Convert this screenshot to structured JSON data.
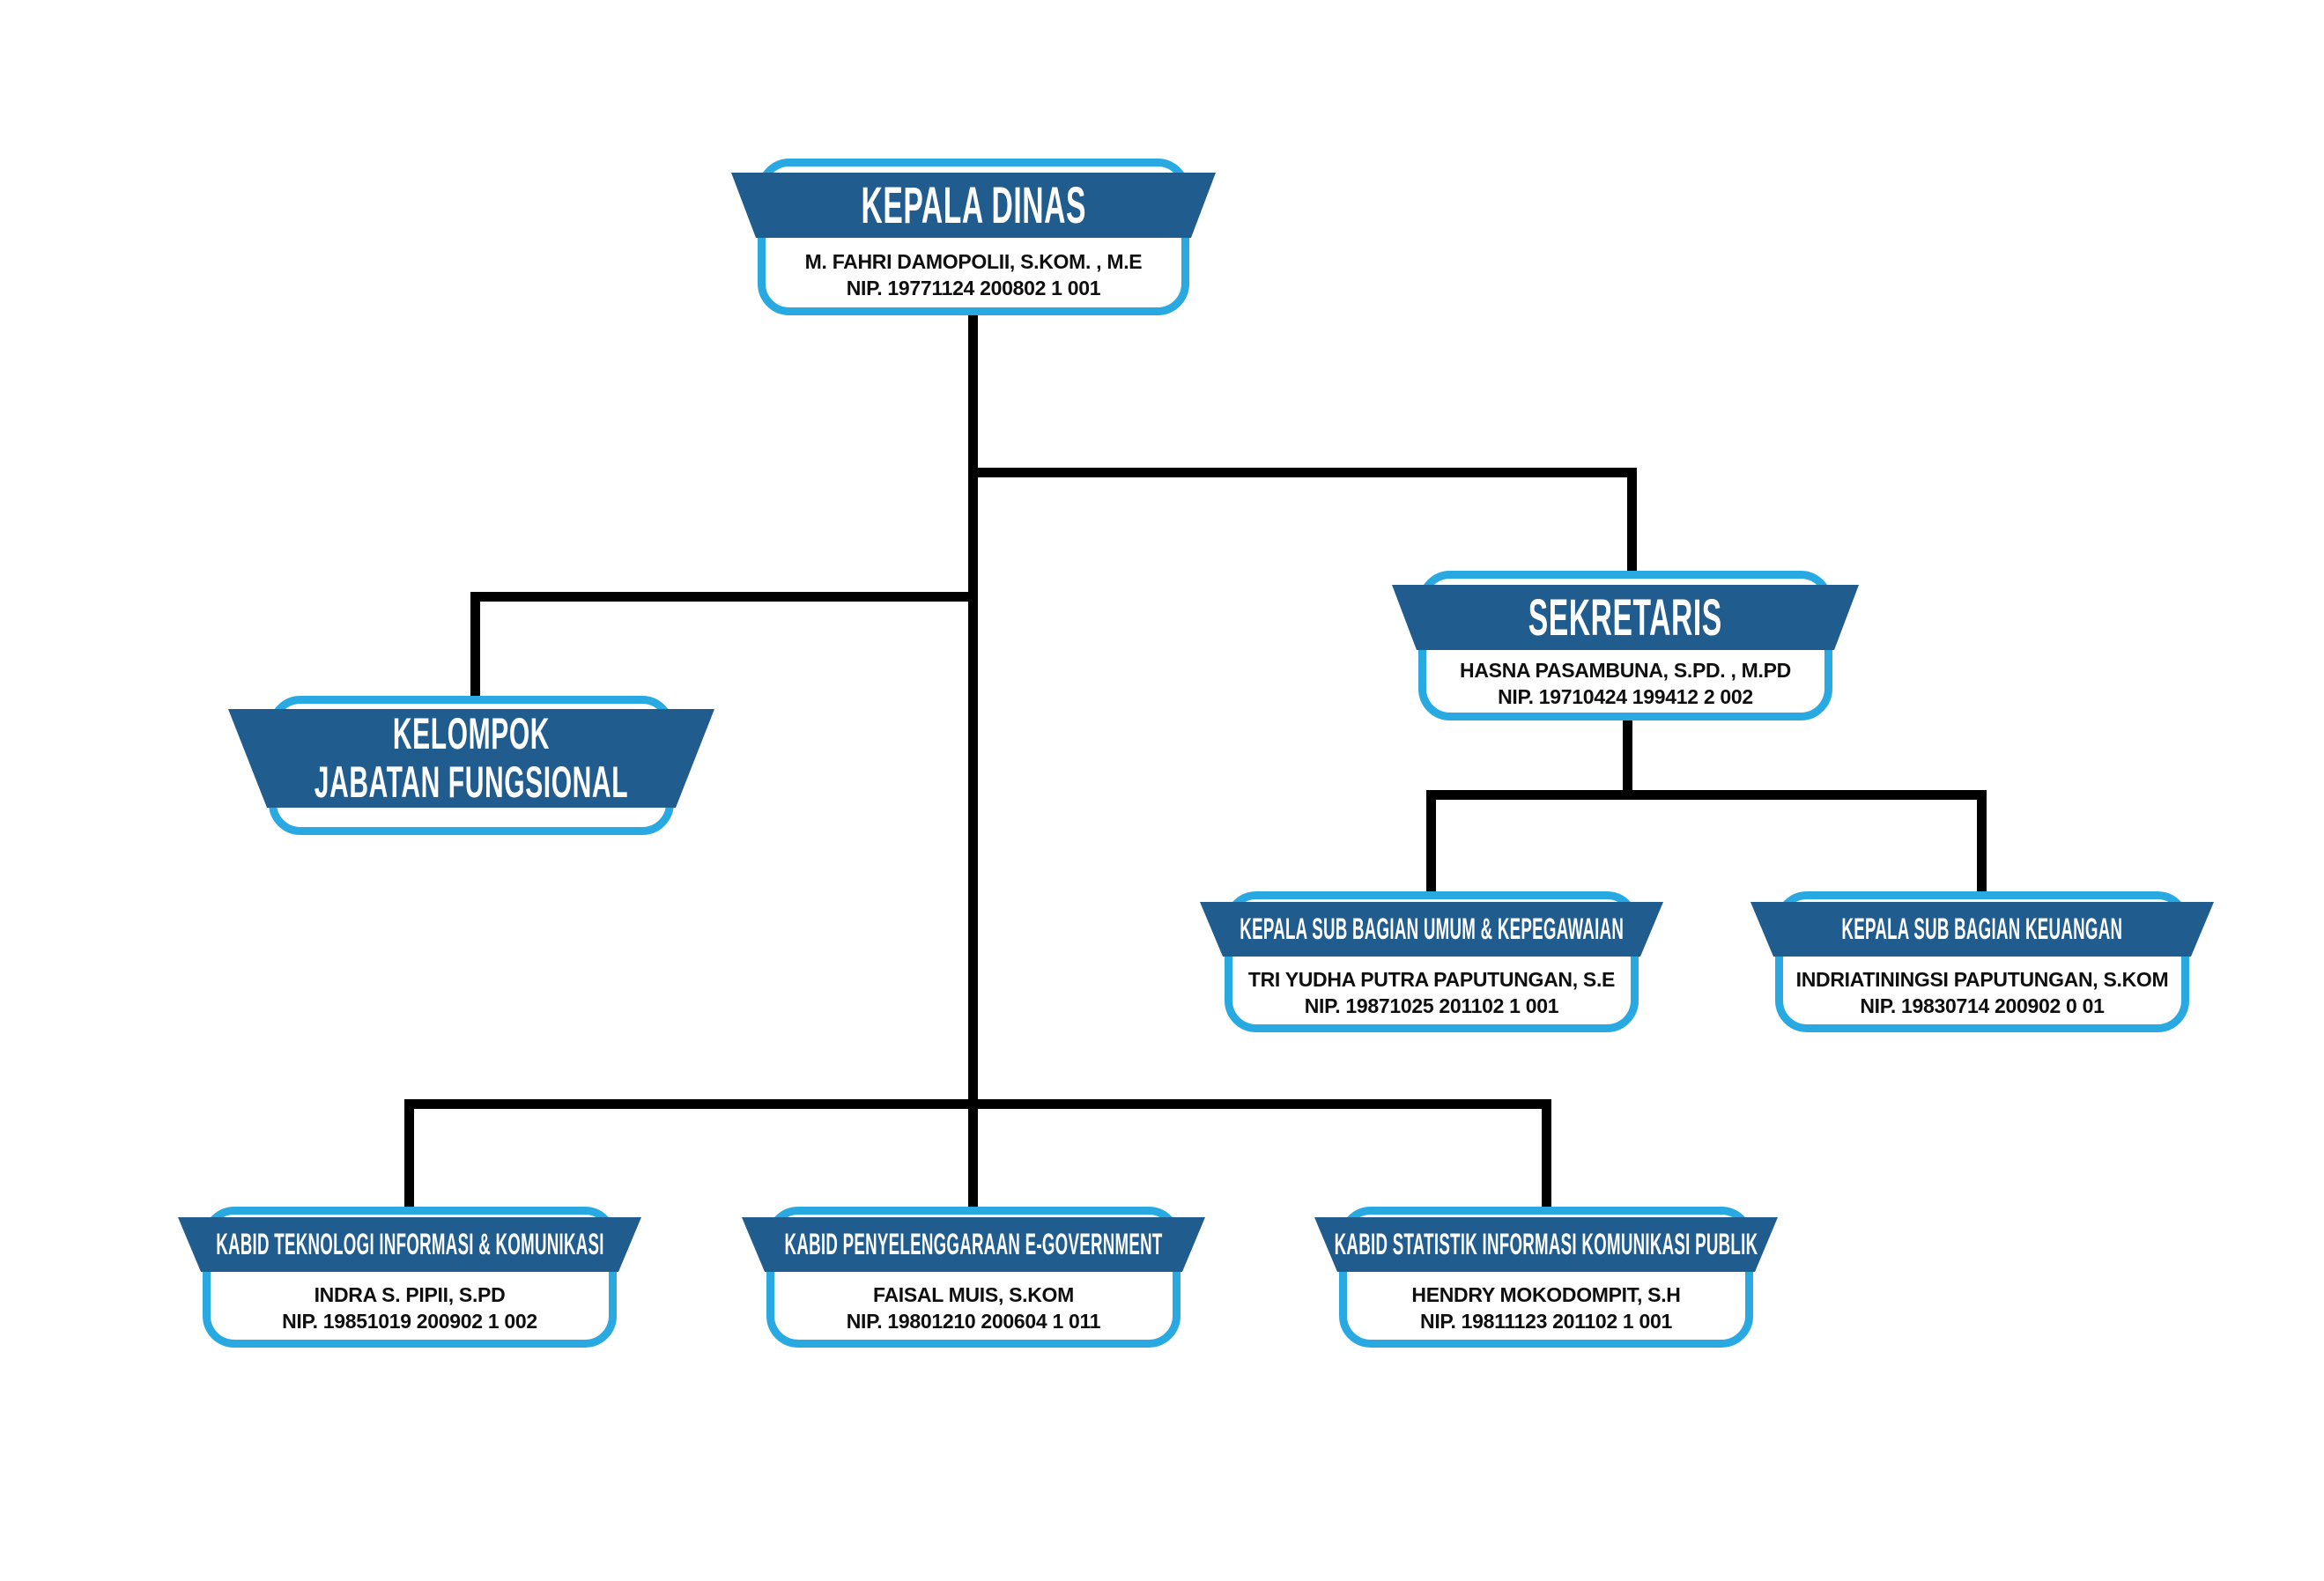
{
  "page": {
    "background": "#ffffff",
    "description": "Organizational structure chart (struktur organisasi dinas)"
  },
  "colors": {
    "ribbon_blue": "#215C8F",
    "frame_blue": "#29A9E2",
    "connector_black": "#000000",
    "text_black": "#0f0f0f",
    "title_white": "#ffffff"
  },
  "org_chart": {
    "nodes": {
      "kepala_dinas": {
        "title": "KEPALA DINAS",
        "name": "M. FAHRI DAMOPOLII, S.KOM. , M.E",
        "nip": "NIP. 19771124 200802 1 001"
      },
      "kelompok_jabatan_fungsional": {
        "title_line1": "KELOMPOK",
        "title_line2": "JABATAN FUNGSIONAL"
      },
      "sekretaris": {
        "title": "SEKRETARIS",
        "name": "HASNA PASAMBUNA, S.PD. , M.PD",
        "nip": "NIP. 19710424 199412 2 002"
      },
      "kasub_umum_kepegawaian": {
        "title": "KEPALA SUB BAGIAN UMUM & KEPEGAWAIAN",
        "name": "TRI YUDHA PUTRA PAPUTUNGAN, S.E",
        "nip": "NIP. 19871025 201102 1 001"
      },
      "kasub_keuangan": {
        "title": "KEPALA SUB BAGIAN KEUANGAN",
        "name": "INDRIATININGSI PAPUTUNGAN, S.KOM",
        "nip": "NIP. 19830714 200902 0 01"
      },
      "kabid_teknologi_informasi": {
        "title": "KABID TEKNOLOGI INFORMASI & KOMUNIKASI",
        "name": "INDRA S. PIPII, S.PD",
        "nip": "NIP. 19851019 200902 1 002"
      },
      "kabid_egovernment": {
        "title": "KABID PENYELENGGARAAN E-GOVERNMENT",
        "name": "FAISAL MUIS, S.KOM",
        "nip": "NIP. 19801210 200604 1 011"
      },
      "kabid_statistik": {
        "title": "KABID STATISTIK INFORMASI KOMUNIKASI PUBLIK",
        "name": "HENDRY MOKODOMPIT, S.H",
        "nip": "NIP. 19811123 201102 1 001"
      }
    }
  }
}
